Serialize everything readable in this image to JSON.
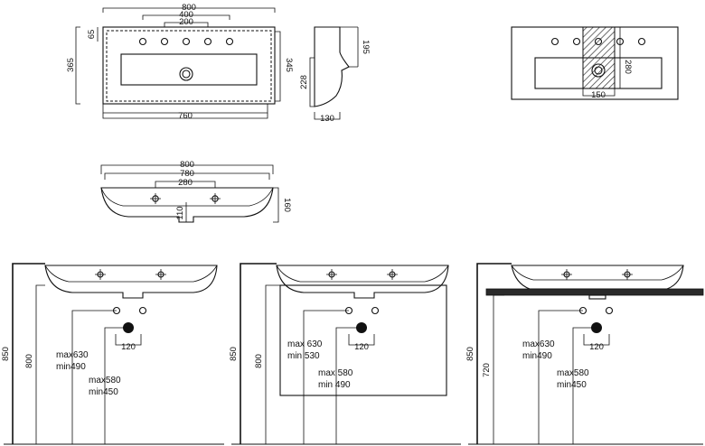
{
  "top_view": {
    "w800": "800",
    "w400": "400",
    "w200": "200",
    "d65": "65",
    "h365": "365",
    "h345": "345",
    "w760": "760"
  },
  "side_view": {
    "h195": "195",
    "h228": "228",
    "d130": "130"
  },
  "shaded_view": {
    "h280": "280",
    "w150": "150"
  },
  "front_view": {
    "w800": "800",
    "w780": "780",
    "w280": "280",
    "h110": "110",
    "h160": "160"
  },
  "install_1": {
    "h850": "850",
    "h800": "800",
    "waste_max": "max630",
    "waste_min": "min490",
    "trap_max": "max580",
    "trap_min": "min450",
    "offset": "120"
  },
  "install_2": {
    "h850": "850",
    "h800": "800",
    "waste_max": "max 630",
    "waste_min": "min 530",
    "trap_max": "max 580",
    "trap_min": "min 490",
    "offset": "120"
  },
  "install_3": {
    "h850": "850",
    "h720": "720",
    "waste_max": "max630",
    "waste_min": "min490",
    "trap_max": "max580",
    "trap_min": "min450",
    "offset": "120"
  },
  "colors": {
    "ink": "#111111",
    "hatch": "#333333",
    "counter": "#2a2a2a"
  }
}
